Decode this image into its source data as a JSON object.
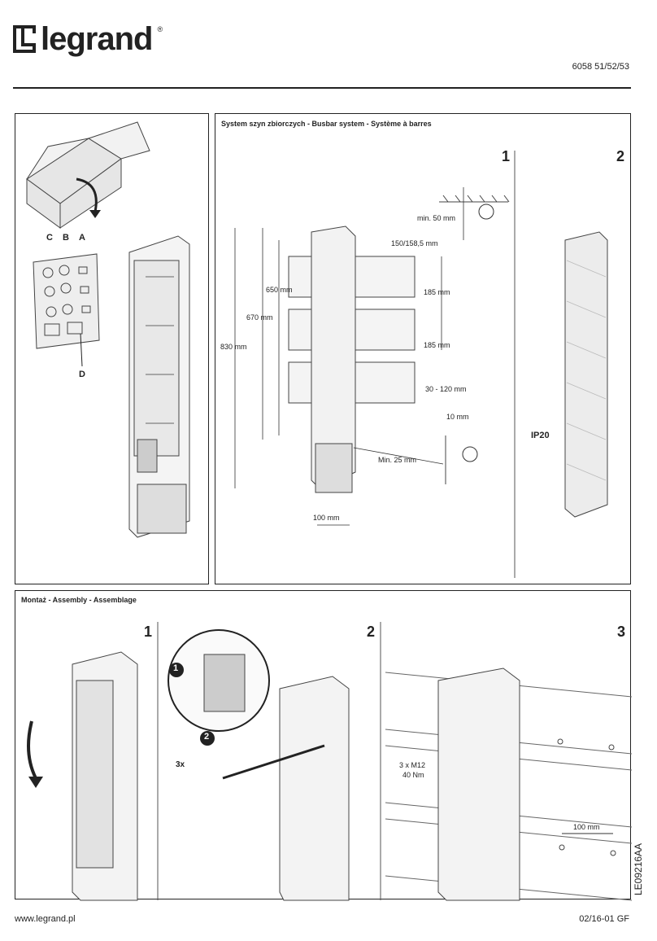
{
  "header": {
    "logo_text": "legrand",
    "logo_reg": "®",
    "doc_number": "6058 51/52/53"
  },
  "panel_left": {
    "labels": {
      "c": "C",
      "b": "B",
      "a": "A",
      "d": "D"
    }
  },
  "panel_busbar": {
    "title": "System szyn zbiorczych - Busbar system - Système à barres",
    "step1": "1",
    "step2": "2",
    "dims": {
      "min50": "min. 50 mm",
      "pitch": "150/158,5 mm",
      "h650": "650 mm",
      "h670": "670 mm",
      "h830": "830 mm",
      "gap185a": "185 mm",
      "gap185b": "185 mm",
      "bar": "30 - 120 mm",
      "thick": "10 mm",
      "min25": "Min. 25 mm",
      "width100": "100 mm"
    },
    "ip_label": "IP20"
  },
  "panel_assembly": {
    "title": "Montaż - Assembly - Assemblage",
    "step1": "1",
    "step2": "2",
    "step3": "3",
    "badge1": "1",
    "badge2": "2",
    "times3": "3x",
    "bolt": "3 x M12",
    "torque": "40 Nm",
    "spacing": "100 mm"
  },
  "footer": {
    "website": "www.legrand.pl",
    "code": "02/16-01 GF",
    "side_code": "LE09216AA"
  }
}
